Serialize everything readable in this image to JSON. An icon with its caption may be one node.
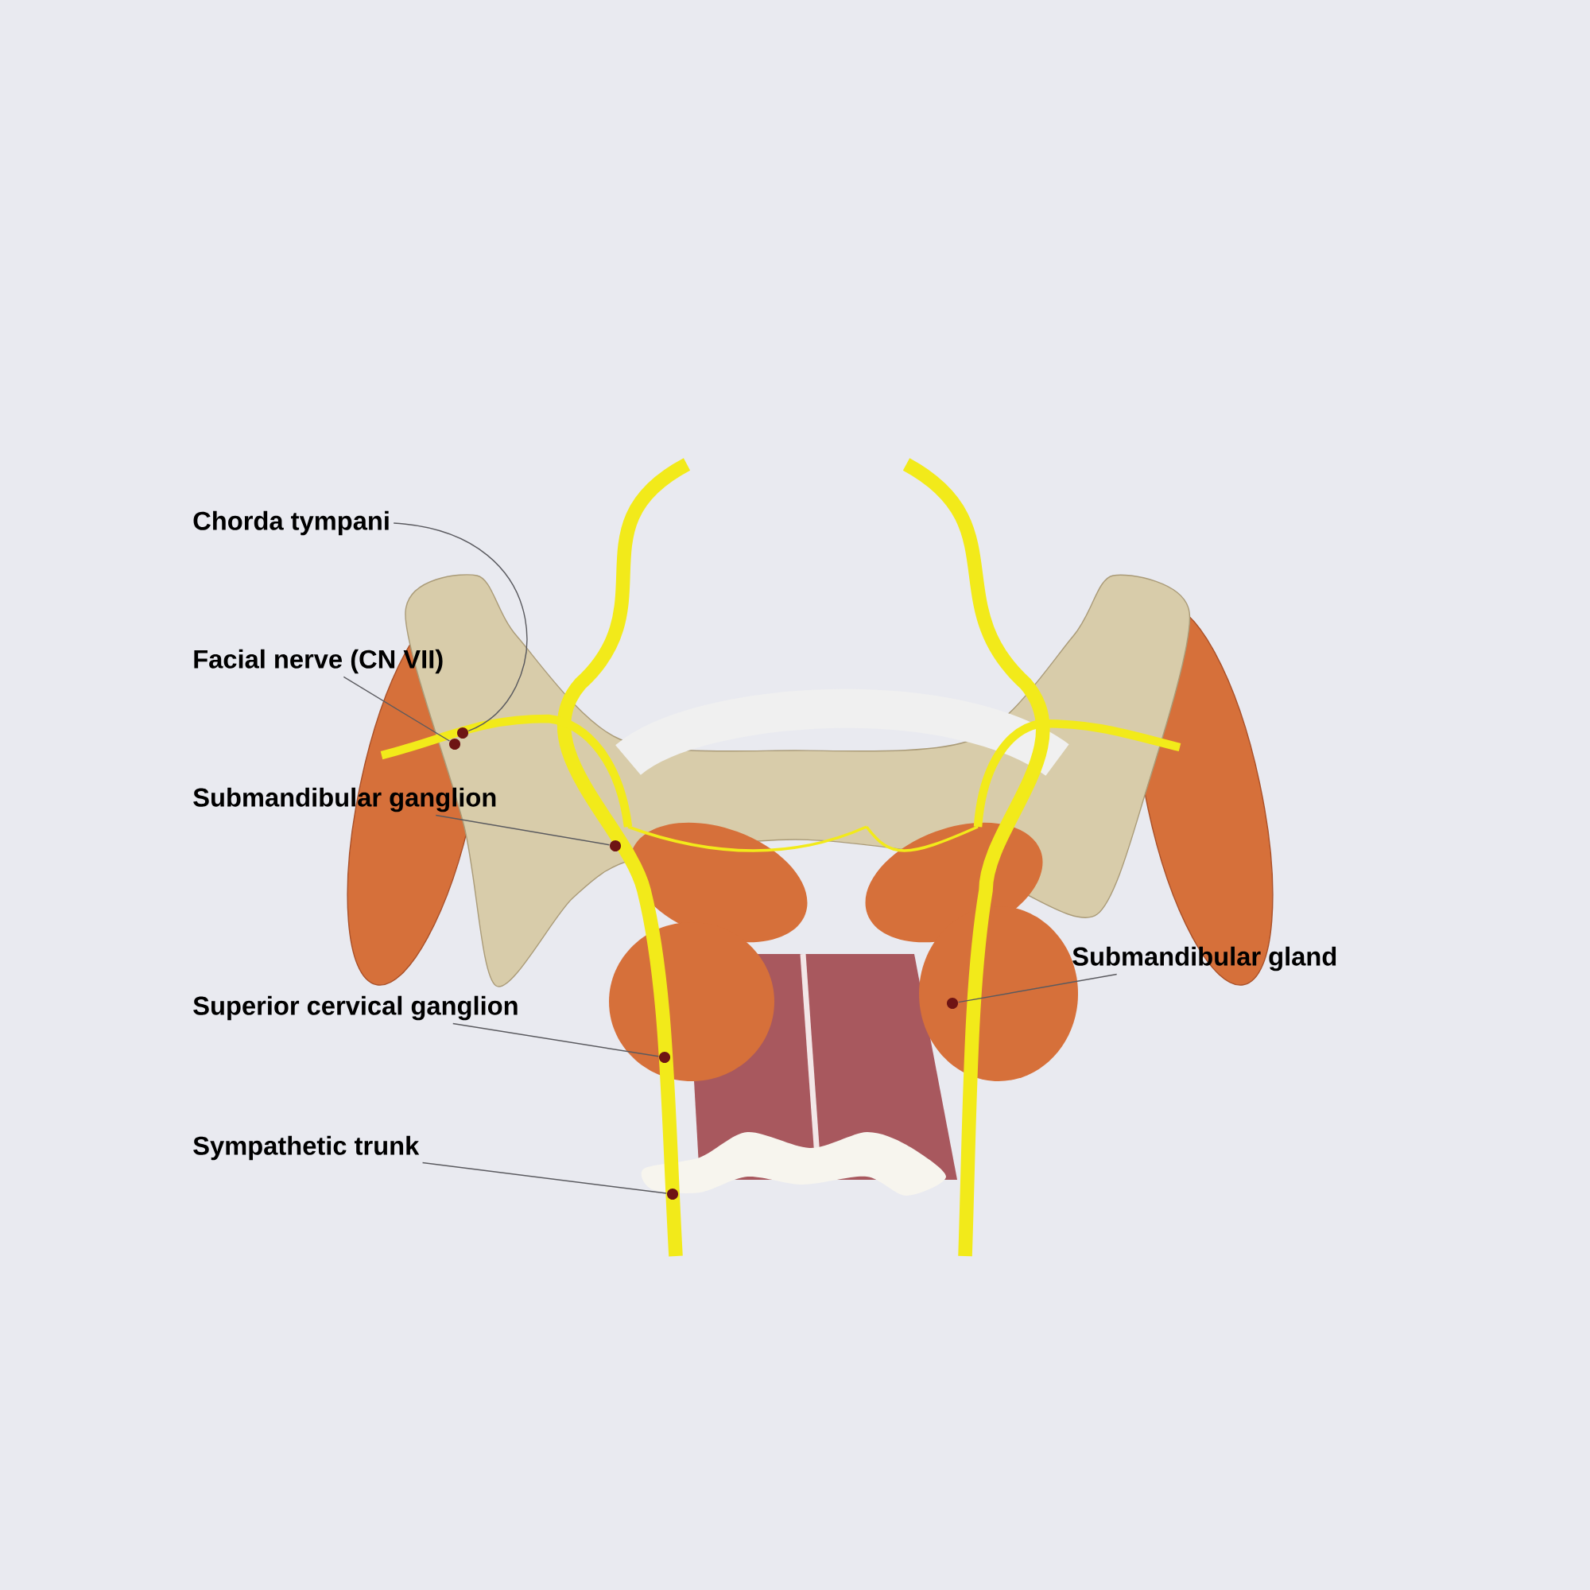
{
  "diagram": {
    "nodes": [
      {
        "text": [
          "Chorda tympani"
        ]
      },
      {
        "text": [
          "Facial nerve (CN VII)"
        ]
      },
      {
        "text": [
          "Submandibular ganglion"
        ]
      },
      {
        "text": [
          "Superior cervical ganglion"
        ]
      },
      {
        "text": [
          "Sympathetic trunk"
        ]
      },
      {
        "text": [
          "Submandibular gland"
        ]
      },
      {
        "text": [],
        "shape": "circle"
      },
      {
        "text": [],
        "shape": "circle"
      },
      {
        "text": [],
        "shape": "circle"
      },
      {
        "text": [],
        "shape": "circle"
      },
      {
        "text": [],
        "shape": "circle"
      },
      {
        "text": [],
        "shape": "circle"
      }
    ],
    "edges": [
      {
        "from": 0,
        "to": 6,
        "arrow": "none"
      },
      {
        "from": 1,
        "to": 7,
        "arrow": "none"
      },
      {
        "from": 2,
        "to": 8,
        "arrow": "none"
      },
      {
        "from": 3,
        "to": 9,
        "arrow": "none"
      },
      {
        "from": 4,
        "to": 10,
        "arrow": "none"
      },
      {
        "from": 5,
        "to": 11,
        "arrow": "none"
      }
    ]
  }
}
